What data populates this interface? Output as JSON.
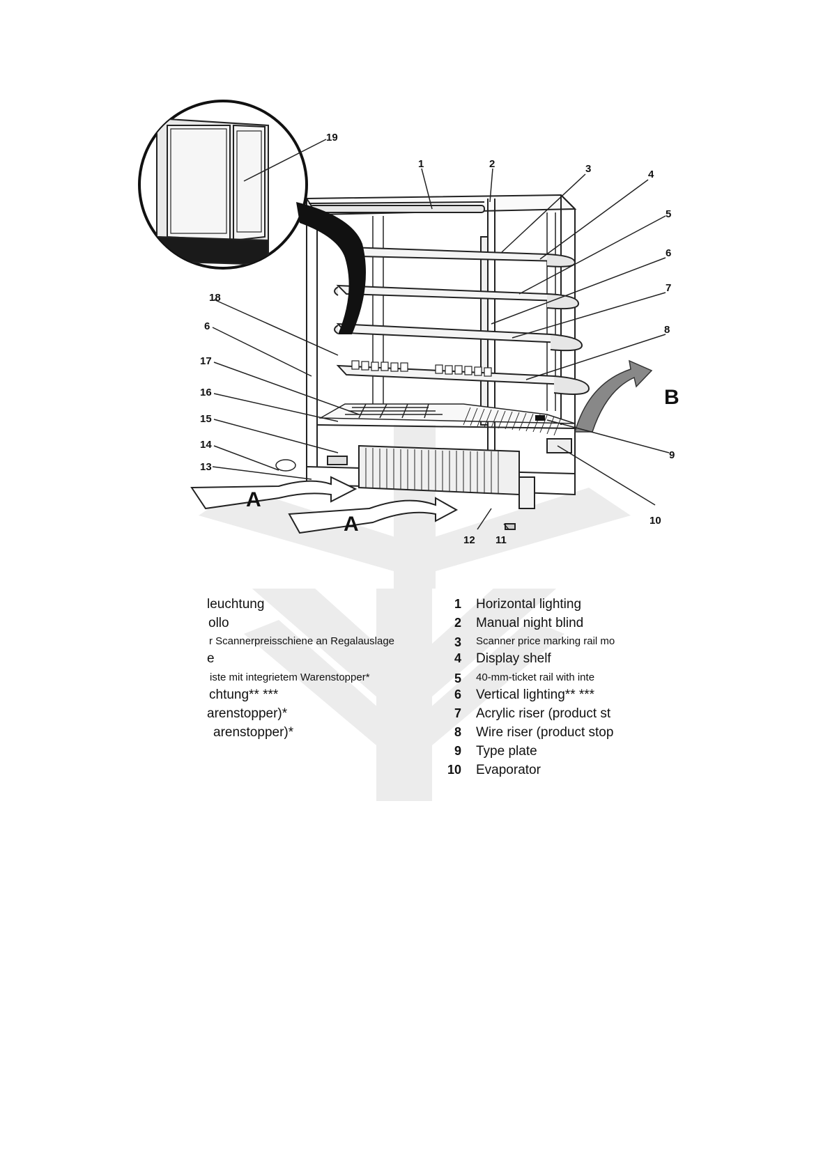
{
  "figure": {
    "callouts": [
      "1",
      "2",
      "3",
      "4",
      "5",
      "6",
      "7",
      "8",
      "9",
      "10",
      "11",
      "12",
      "13",
      "14",
      "15",
      "16",
      "17",
      "18",
      "19",
      "6"
    ],
    "arrow_letters": [
      "A",
      "A",
      "B"
    ]
  },
  "legend": [
    {
      "de": "leuchtung",
      "num": "1",
      "en": "Horizontal lighting"
    },
    {
      "de": "ollo",
      "num": "2",
      "en": "Manual night blind"
    },
    {
      "de": "r Scannerpreisschiene an Regalauslage",
      "num": "3",
      "en": "Scanner price marking rail mo"
    },
    {
      "de": "e",
      "num": "4",
      "en": "Display shelf"
    },
    {
      "de": "iste mit integrietem Warenstopper*",
      "num": "5",
      "en": "40-mm-ticket rail with inte"
    },
    {
      "de": "chtung** ***",
      "num": "6",
      "en": "Vertical lighting** ***"
    },
    {
      "de": "arenstopper)*",
      "num": "7",
      "en": "Acrylic riser (product st"
    },
    {
      "de": "arenstopper)*",
      "num": "8",
      "en": "Wire riser (product stop"
    },
    {
      "de": "",
      "num": "9",
      "en": "Type plate"
    },
    {
      "de": "",
      "num": "10",
      "en": "Evaporator"
    }
  ]
}
